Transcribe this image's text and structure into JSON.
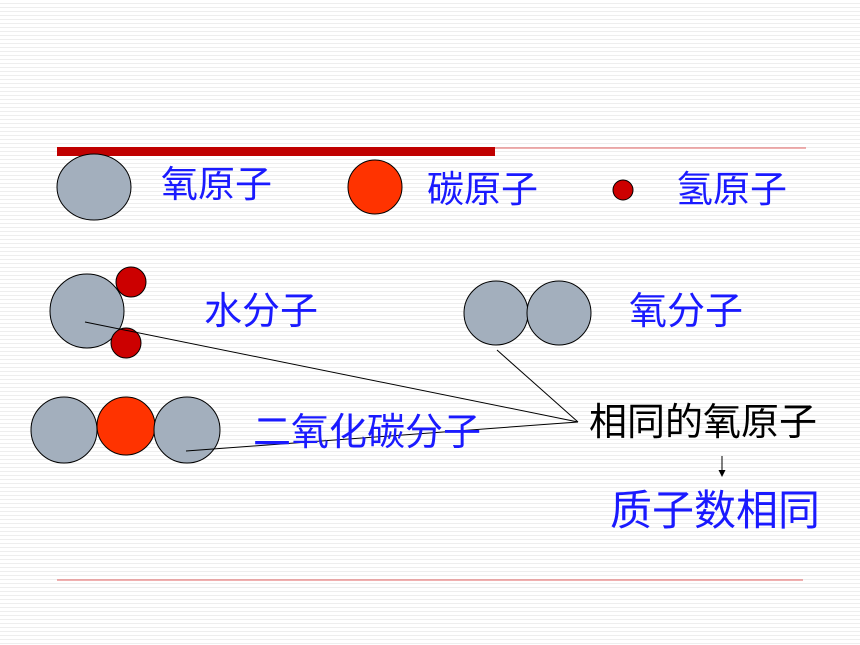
{
  "legend": {
    "oxygen_atom": "氧原子",
    "carbon_atom": "碳原子",
    "hydrogen_atom": "氢原子"
  },
  "molecules": {
    "water": "水分子",
    "oxygen": "氧分子",
    "carbon_dioxide": "二氧化碳分子"
  },
  "annotation": {
    "same_oxygen_atom": "相同的氧原子",
    "same_proton_number": "质子数相同"
  },
  "colors": {
    "oxygen": "#a3afbd",
    "carbon": "#ff3300",
    "hydrogen": "#cc0000",
    "accent_bar": "#c00000",
    "rule_line": "#e06060",
    "blue_text": "#1a1aff"
  }
}
